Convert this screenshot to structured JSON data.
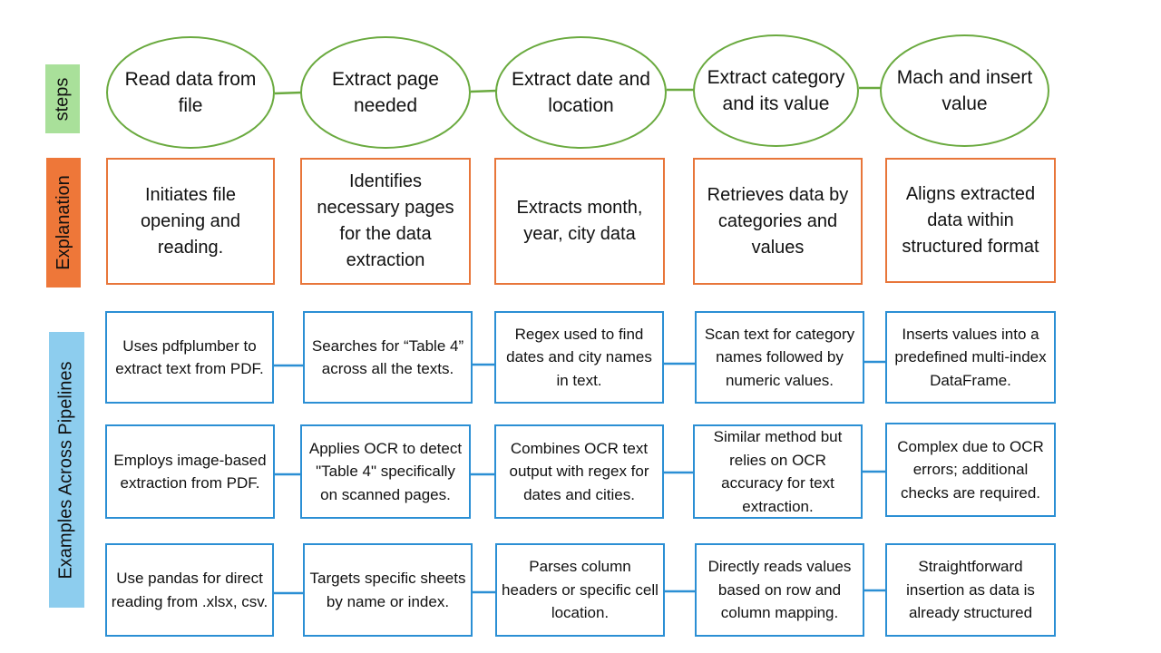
{
  "labels": {
    "steps": "steps",
    "explanation": "Explanation",
    "examples": "Examples Across Pipelines"
  },
  "label_colors": {
    "steps": "#a9e09a",
    "explanation": "#ee7739",
    "examples": "#8dcdee"
  },
  "border_colors": {
    "steps": "#6aaa3f",
    "explanation": "#e8763a",
    "examples": "#2b8fd4"
  },
  "steps": [
    "Read data from file",
    "Extract page needed",
    "Extract date and location",
    "Extract category and its value",
    "Mach and insert value"
  ],
  "explanations": [
    "Initiates file opening and reading.",
    "Identifies necessary pages for the data extraction",
    "Extracts month, year, city data",
    "Retrieves data by categories and values",
    "Aligns extracted data within structured format"
  ],
  "examples": [
    [
      "Uses pdfplumber to extract text from PDF.",
      "Searches for “Table 4” across all the texts.",
      "Regex used to find dates and city names in text.",
      "Scan text for category names followed by numeric values.",
      "Inserts values into a predefined multi-index DataFrame."
    ],
    [
      "Employs image-based extraction from PDF.",
      "Applies OCR to detect \"Table 4\" specifically on scanned pages.",
      "Combines OCR text output with regex for dates and cities.",
      "Similar method but relies on OCR accuracy for text extraction.",
      "Complex due to OCR errors; additional checks are required."
    ],
    [
      "Use pandas for direct reading from .xlsx, csv.",
      "Targets specific sheets by name or index.",
      "Parses column headers or specific cell location.",
      "Directly reads values based on row and column mapping.",
      "Straightforward insertion as data is already structured"
    ]
  ]
}
